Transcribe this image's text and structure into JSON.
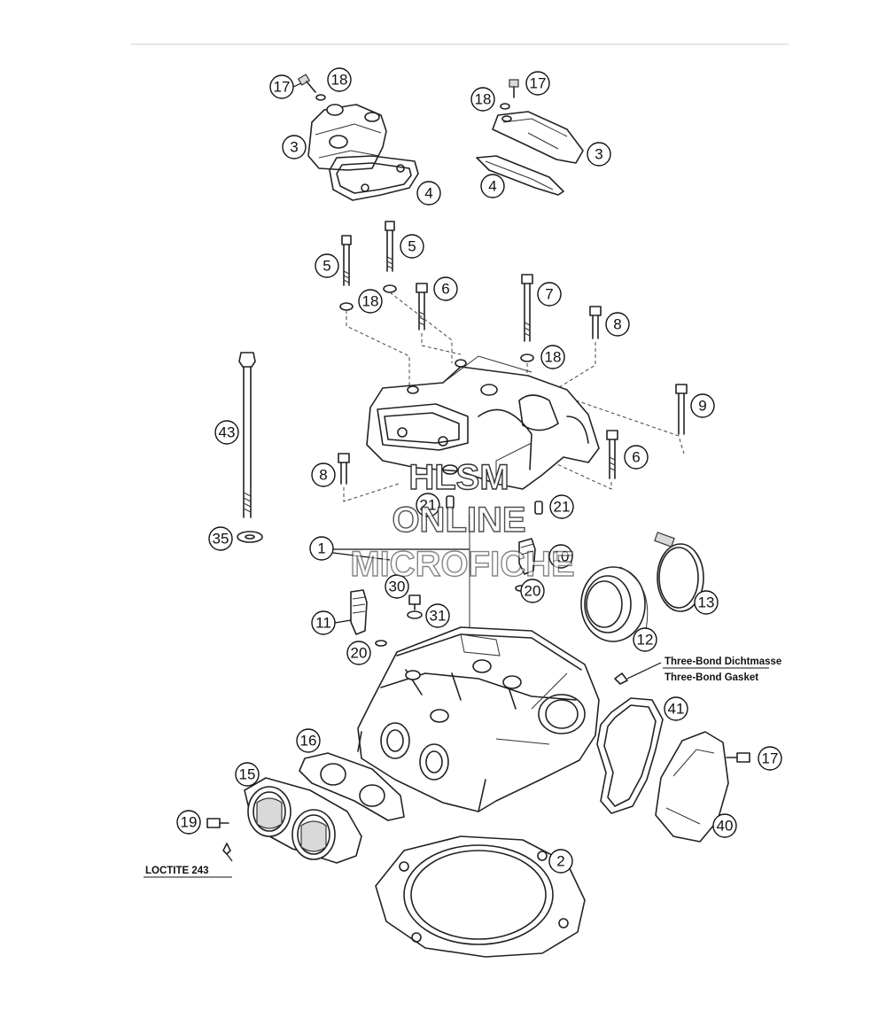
{
  "callouts": [
    {
      "id": "c1",
      "label": "17"
    },
    {
      "id": "c2",
      "label": "18"
    },
    {
      "id": "c3",
      "label": "3"
    },
    {
      "id": "c4",
      "label": "4"
    },
    {
      "id": "c5",
      "label": "17"
    },
    {
      "id": "c6",
      "label": "18"
    },
    {
      "id": "c7",
      "label": "3"
    },
    {
      "id": "c8",
      "label": "4"
    },
    {
      "id": "c9",
      "label": "5"
    },
    {
      "id": "c10",
      "label": "5"
    },
    {
      "id": "c11",
      "label": "6"
    },
    {
      "id": "c12",
      "label": "18"
    },
    {
      "id": "c13",
      "label": "7"
    },
    {
      "id": "c14",
      "label": "8"
    },
    {
      "id": "c15",
      "label": "18"
    },
    {
      "id": "c16",
      "label": "9"
    },
    {
      "id": "c17",
      "label": "43"
    },
    {
      "id": "c18",
      "label": "6"
    },
    {
      "id": "c19",
      "label": "8"
    },
    {
      "id": "c20",
      "label": "21"
    },
    {
      "id": "c21",
      "label": "21"
    },
    {
      "id": "c22",
      "label": "35"
    },
    {
      "id": "c23",
      "label": "1"
    },
    {
      "id": "c24",
      "label": "10"
    },
    {
      "id": "c25",
      "label": "30"
    },
    {
      "id": "c26",
      "label": "20"
    },
    {
      "id": "c27",
      "label": "13"
    },
    {
      "id": "c28",
      "label": "31"
    },
    {
      "id": "c29",
      "label": "11"
    },
    {
      "id": "c30",
      "label": "12"
    },
    {
      "id": "c31",
      "label": "20"
    },
    {
      "id": "c32",
      "label": "41"
    },
    {
      "id": "c33",
      "label": "16"
    },
    {
      "id": "c34",
      "label": "17"
    },
    {
      "id": "c35",
      "label": "15"
    },
    {
      "id": "c36",
      "label": "40"
    },
    {
      "id": "c37",
      "label": "19"
    },
    {
      "id": "c38",
      "label": "2"
    }
  ],
  "notes": {
    "sealant_de": "Three-Bond Dichtmasse",
    "sealant_en": "Three-Bond Gasket",
    "thread_lock": "LOCTITE 243"
  },
  "watermark": {
    "line1": "HLSM",
    "line2": "ONLINE",
    "line3": "MICROFICHE"
  }
}
